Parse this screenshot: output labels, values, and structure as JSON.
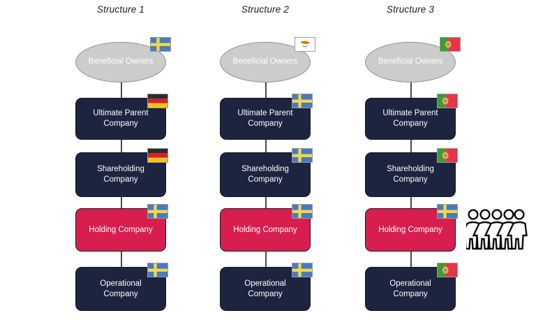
{
  "diagram": {
    "title_prefix": "Structure",
    "node_labels": {
      "owners": "Beneficial Owners",
      "ultimate_parent": "Ultimate Parent Company",
      "shareholding": "Shareholding Company",
      "holding": "Holding Company",
      "operational": "Operational Company"
    },
    "colors": {
      "navy": "#1C243F",
      "crimson": "#D81E4E",
      "ellipse_gray": "#CCCCCC",
      "connector": "#4A4A4A",
      "text": "#FFFFFF",
      "title_text": "#1A1A1A"
    },
    "people_icon_name": "group-of-people-icon",
    "people_icon_count": 5
  },
  "structures": [
    {
      "title": "Structure 1",
      "nodes": [
        {
          "label": "Beneficial Owners",
          "shape": "ellipse",
          "fill": "gray",
          "flag": "sweden",
          "flag_label": "Sweden"
        },
        {
          "label": "Ultimate Parent\nCompany",
          "line1": "Ultimate Parent",
          "line2": "Company",
          "shape": "box",
          "fill": "navy",
          "flag": "germany",
          "flag_label": "Germany"
        },
        {
          "label": "Shareholding\nCompany",
          "line1": "Shareholding",
          "line2": "Company",
          "shape": "box",
          "fill": "navy",
          "flag": "germany",
          "flag_label": "Germany"
        },
        {
          "label": "Holding Company",
          "line1": "Holding Company",
          "line2": "",
          "shape": "box",
          "fill": "crimson",
          "flag": "sweden",
          "flag_label": "Sweden"
        },
        {
          "label": "Operational\nCompany",
          "line1": "Operational",
          "line2": "Company",
          "shape": "box",
          "fill": "navy",
          "flag": "sweden",
          "flag_label": "Sweden"
        }
      ]
    },
    {
      "title": "Structure 2",
      "nodes": [
        {
          "label": "Beneficial Owners",
          "shape": "ellipse",
          "fill": "gray",
          "flag": "cyprus",
          "flag_label": "Cyprus"
        },
        {
          "label": "Ultimate Parent\nCompany",
          "line1": "Ultimate Parent",
          "line2": "Company",
          "shape": "box",
          "fill": "navy",
          "flag": "sweden",
          "flag_label": "Sweden"
        },
        {
          "label": "Shareholding\nCompany",
          "line1": "Shareholding",
          "line2": "Company",
          "shape": "box",
          "fill": "navy",
          "flag": "sweden",
          "flag_label": "Sweden"
        },
        {
          "label": "Holding Company",
          "line1": "Holding Company",
          "line2": "",
          "shape": "box",
          "fill": "crimson",
          "flag": "sweden",
          "flag_label": "Sweden"
        },
        {
          "label": "Operational\nCompany",
          "line1": "Operational",
          "line2": "Company",
          "shape": "box",
          "fill": "navy",
          "flag": "sweden",
          "flag_label": "Sweden"
        }
      ]
    },
    {
      "title": "Structure 3",
      "nodes": [
        {
          "label": "Beneficial Owners",
          "shape": "ellipse",
          "fill": "gray",
          "flag": "portugal",
          "flag_label": "Portugal"
        },
        {
          "label": "Ultimate Parent\nCompany",
          "line1": "Ultimate Parent",
          "line2": "Company",
          "shape": "box",
          "fill": "navy",
          "flag": "portugal",
          "flag_label": "Portugal"
        },
        {
          "label": "Shareholding\nCompany",
          "line1": "Shareholding",
          "line2": "Company",
          "shape": "box",
          "fill": "navy",
          "flag": "portugal",
          "flag_label": "Portugal"
        },
        {
          "label": "Holding Company",
          "line1": "Holding Company",
          "line2": "",
          "shape": "box",
          "fill": "crimson",
          "flag": "sweden",
          "flag_label": "Sweden"
        },
        {
          "label": "Operational\nCompany",
          "line1": "Operational",
          "line2": "Company",
          "shape": "box",
          "fill": "navy",
          "flag": "portugal",
          "flag_label": "Portugal"
        }
      ]
    }
  ]
}
